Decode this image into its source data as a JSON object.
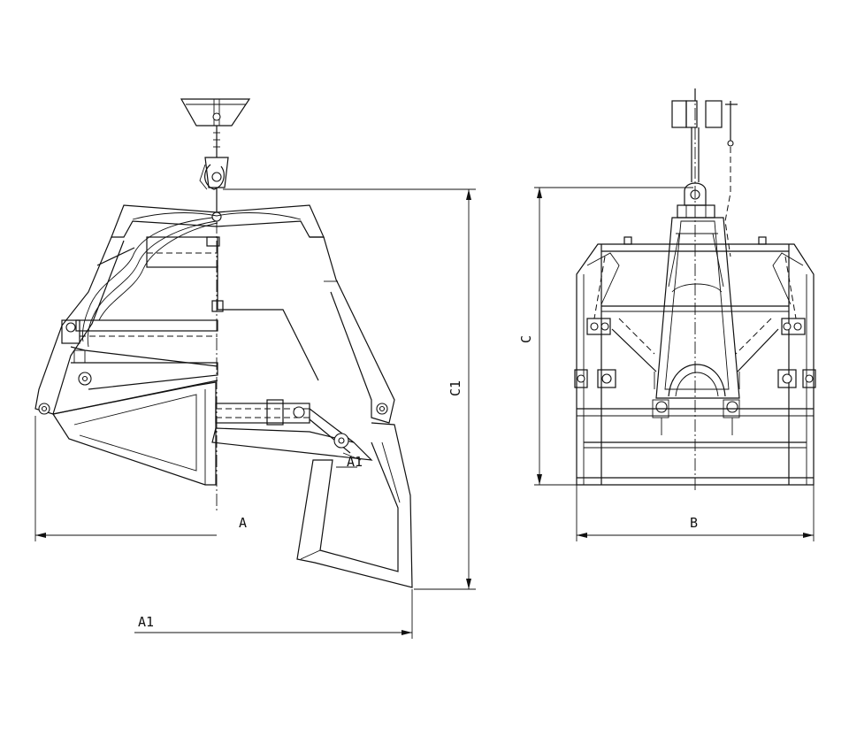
{
  "dimensions": {
    "A": "A",
    "A1": "A1",
    "B": "B",
    "C": "C",
    "C1": "C1",
    "detail_mark": "A1"
  }
}
